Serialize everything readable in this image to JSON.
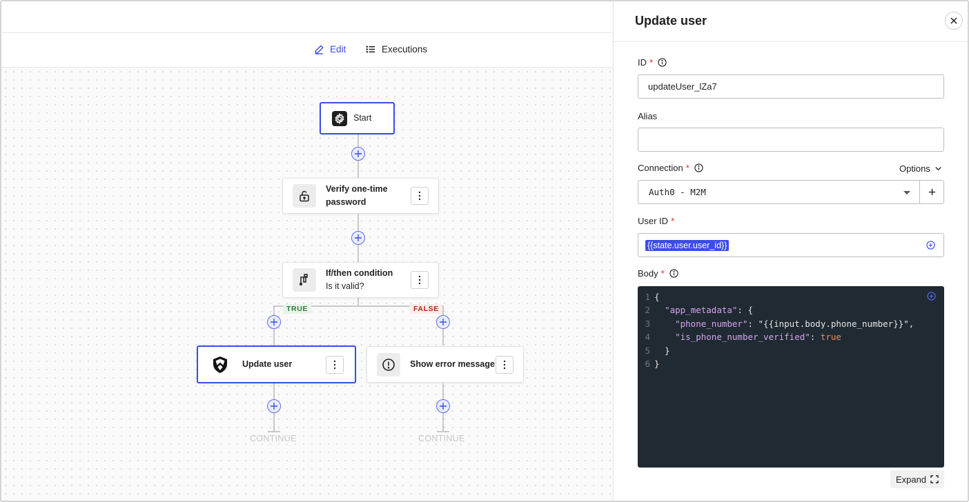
{
  "tabs": {
    "edit_label": "Edit",
    "executions_label": "Executions"
  },
  "flow": {
    "start": {
      "title": "Start"
    },
    "verify": {
      "title": "Verify one-time",
      "subtitle": "password"
    },
    "condition": {
      "title": "If/then condition",
      "subtitle": "Is it valid?"
    },
    "branch_true_label": "TRUE",
    "branch_false_label": "FALSE",
    "update_user": {
      "title": "Update user"
    },
    "show_error": {
      "title": "Show error message"
    },
    "continue_left": "CONTINUE",
    "continue_right": "CONTINUE"
  },
  "panel": {
    "title": "Update user",
    "id_label": "ID",
    "id_value": "updateUser_lZa7",
    "alias_label": "Alias",
    "alias_value": "",
    "connection_label": "Connection",
    "options_label": "Options",
    "connection_value": "Auth0 - M2M",
    "user_id_label": "User ID",
    "user_id_token": "{{state.user.user_id}}",
    "body_label": "Body",
    "required_mark": "*",
    "code_lines": [
      {
        "n": "1",
        "text": "{"
      },
      {
        "n": "2",
        "text": "  \"app_metadata\": {"
      },
      {
        "n": "3",
        "text": "    \"phone_number\": \"{{input.body.phone_number}}\","
      },
      {
        "n": "4",
        "text": "    \"is_phone_number_verified\": true"
      },
      {
        "n": "5",
        "text": "  }"
      },
      {
        "n": "6",
        "text": "}"
      }
    ],
    "expand_label": "Expand"
  },
  "colors": {
    "accent": "#3b4ce8",
    "code_bg": "#1f2a32",
    "required": "#d92d20"
  },
  "icons": [
    "pencil-icon",
    "list-icon",
    "gear-icon",
    "unlock-icon",
    "branch-icon",
    "auth0-shield-icon",
    "alert-circle-icon",
    "kebab-icon",
    "plus-icon",
    "close-icon",
    "info-icon",
    "chevron-down-icon",
    "expand-icon"
  ]
}
